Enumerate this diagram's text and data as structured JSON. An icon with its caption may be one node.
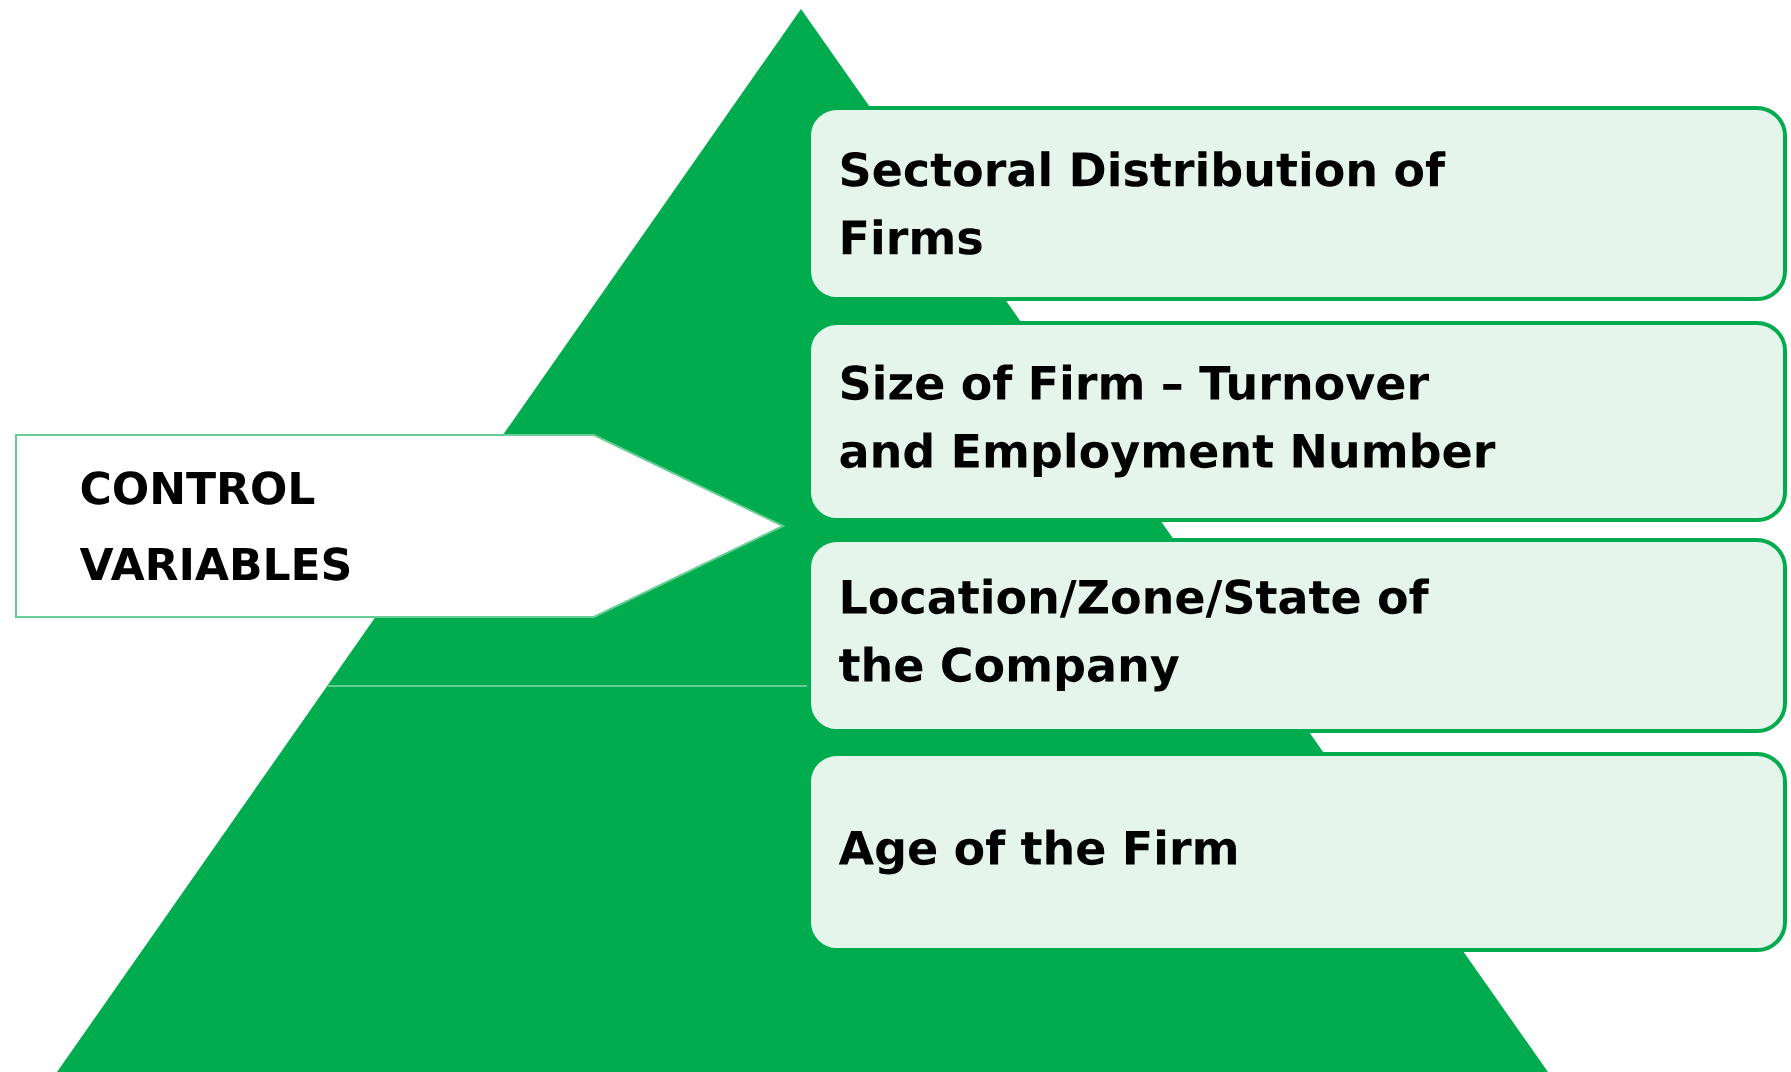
{
  "diagram": {
    "nodes": [
      {
        "text": [
          "CONTROL VARIABLES"
        ]
      },
      {
        "text": [
          "Sectoral Distribution of Firms"
        ]
      },
      {
        "text": [
          "Size of Firm – Turnover and Employment Number"
        ]
      },
      {
        "text": [
          "Location/Zone/State of the Company"
        ]
      },
      {
        "text": [
          "Age of the Firm"
        ]
      }
    ]
  }
}
